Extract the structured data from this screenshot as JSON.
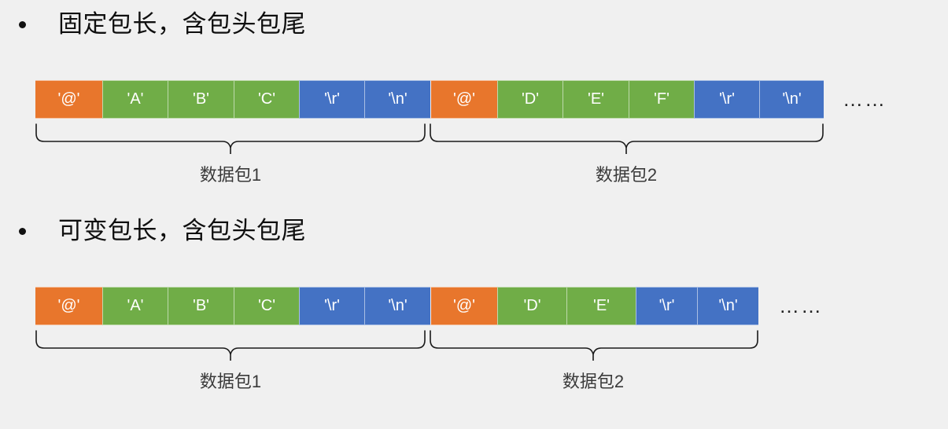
{
  "slide": {
    "background_color": "#f0f0f0",
    "palette": {
      "header_orange": "#E8762C",
      "payload_green": "#70AD47",
      "terminator_blue": "#4472C4",
      "text_dark": "#0f0f0f",
      "caption_gray": "#3a3a3a"
    }
  },
  "sections": [
    {
      "heading": "固定包长，含包头包尾",
      "ellipsis": "……",
      "cells": [
        {
          "label": "'@'",
          "kind": "head"
        },
        {
          "label": "'A'",
          "kind": "body"
        },
        {
          "label": "'B'",
          "kind": "body"
        },
        {
          "label": "'C'",
          "kind": "body"
        },
        {
          "label": "'\\r'",
          "kind": "tail"
        },
        {
          "label": "'\\n'",
          "kind": "tail"
        },
        {
          "label": "'@'",
          "kind": "head"
        },
        {
          "label": "'D'",
          "kind": "body"
        },
        {
          "label": "'E'",
          "kind": "body"
        },
        {
          "label": "'F'",
          "kind": "body"
        },
        {
          "label": "'\\r'",
          "kind": "tail"
        },
        {
          "label": "'\\n'",
          "kind": "tail"
        }
      ],
      "groups": [
        {
          "caption": "数据包1",
          "cell_count": 6
        },
        {
          "caption": "数据包2",
          "cell_count": 6
        }
      ]
    },
    {
      "heading": "可变包长，含包头包尾",
      "ellipsis": "……",
      "cells": [
        {
          "label": "'@'",
          "kind": "head"
        },
        {
          "label": "'A'",
          "kind": "body"
        },
        {
          "label": "'B'",
          "kind": "body"
        },
        {
          "label": "'C'",
          "kind": "body"
        },
        {
          "label": "'\\r'",
          "kind": "tail"
        },
        {
          "label": "'\\n'",
          "kind": "tail"
        },
        {
          "label": "'@'",
          "kind": "head"
        },
        {
          "label": "'D'",
          "kind": "body"
        },
        {
          "label": "'E'",
          "kind": "body"
        },
        {
          "label": "'\\r'",
          "kind": "tail"
        },
        {
          "label": "'\\n'",
          "kind": "tail"
        }
      ],
      "groups": [
        {
          "caption": "数据包1",
          "cell_count": 6
        },
        {
          "caption": "数据包2",
          "cell_count": 5
        }
      ]
    }
  ]
}
